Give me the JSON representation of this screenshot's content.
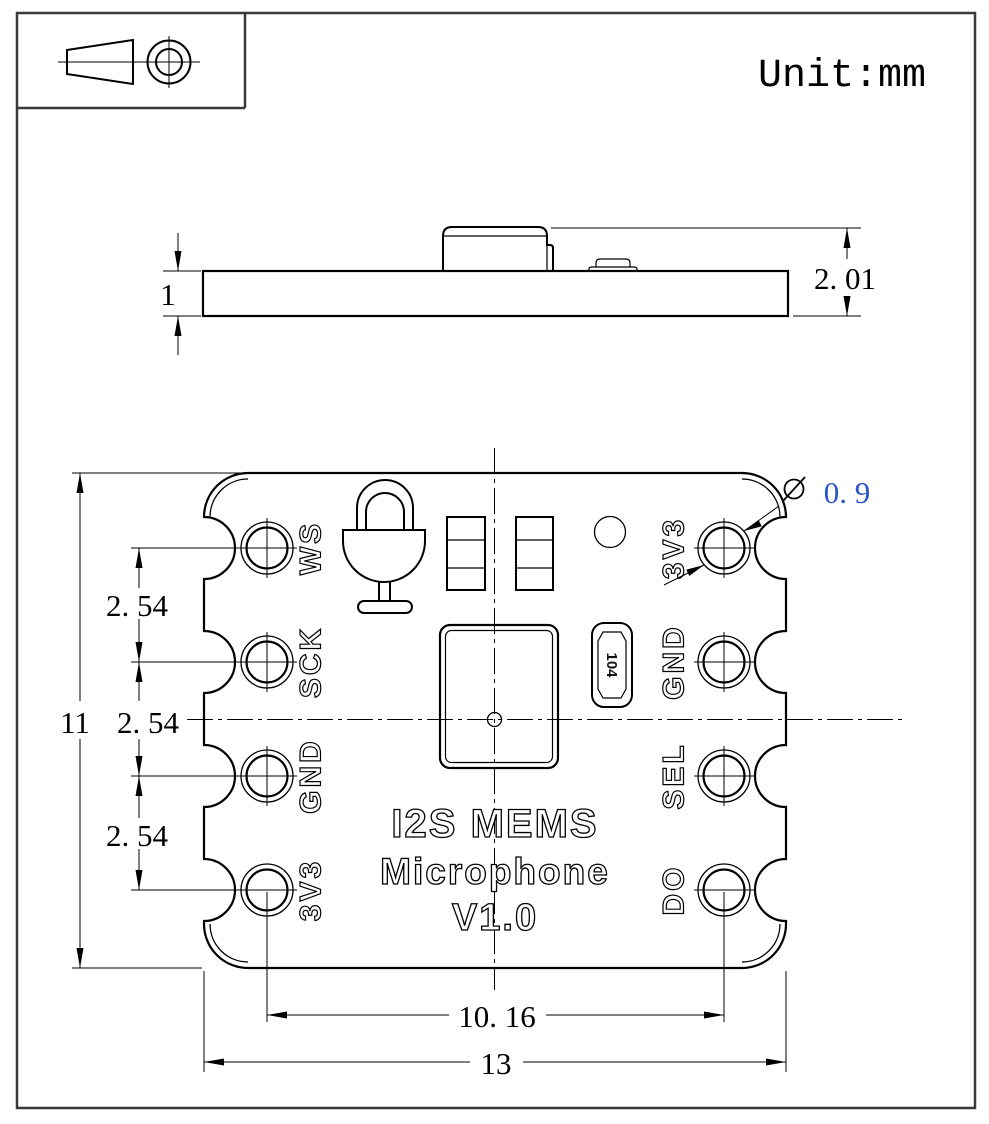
{
  "title_block": {
    "unit_label": "Unit:mm"
  },
  "side_view": {
    "thickness_dim": "1",
    "overall_height_dim": "2. 01"
  },
  "front_view": {
    "pins_left": [
      "WS",
      "SCK",
      "GND",
      "3V3"
    ],
    "pins_right": [
      "3V3",
      "GND",
      "SEL",
      "DO"
    ],
    "silkscreen": {
      "line1": "I2S MEMS",
      "line2": "Microphone",
      "line3": "V1.0"
    },
    "capacitor_value": "104"
  },
  "dimensions": {
    "pitch_top": "2. 54",
    "pitch_mid": "2. 54",
    "pitch_bottom": "2. 54",
    "board_height": "11",
    "pad_span": "10. 16",
    "board_width": "13",
    "hole_diameter": "0. 9"
  },
  "dimensions_mm": {
    "board_width": 13,
    "board_height": 11,
    "pin_pitch": 2.54,
    "pad_column_span": 10.16,
    "pcb_thickness": 1,
    "overall_height": 2.01,
    "hole_diameter": 0.9
  },
  "colors": {
    "line": "#000000",
    "frame": "#3a3a3a",
    "dim_text": "#000000",
    "hole_dia_text": "#2b53c8"
  }
}
